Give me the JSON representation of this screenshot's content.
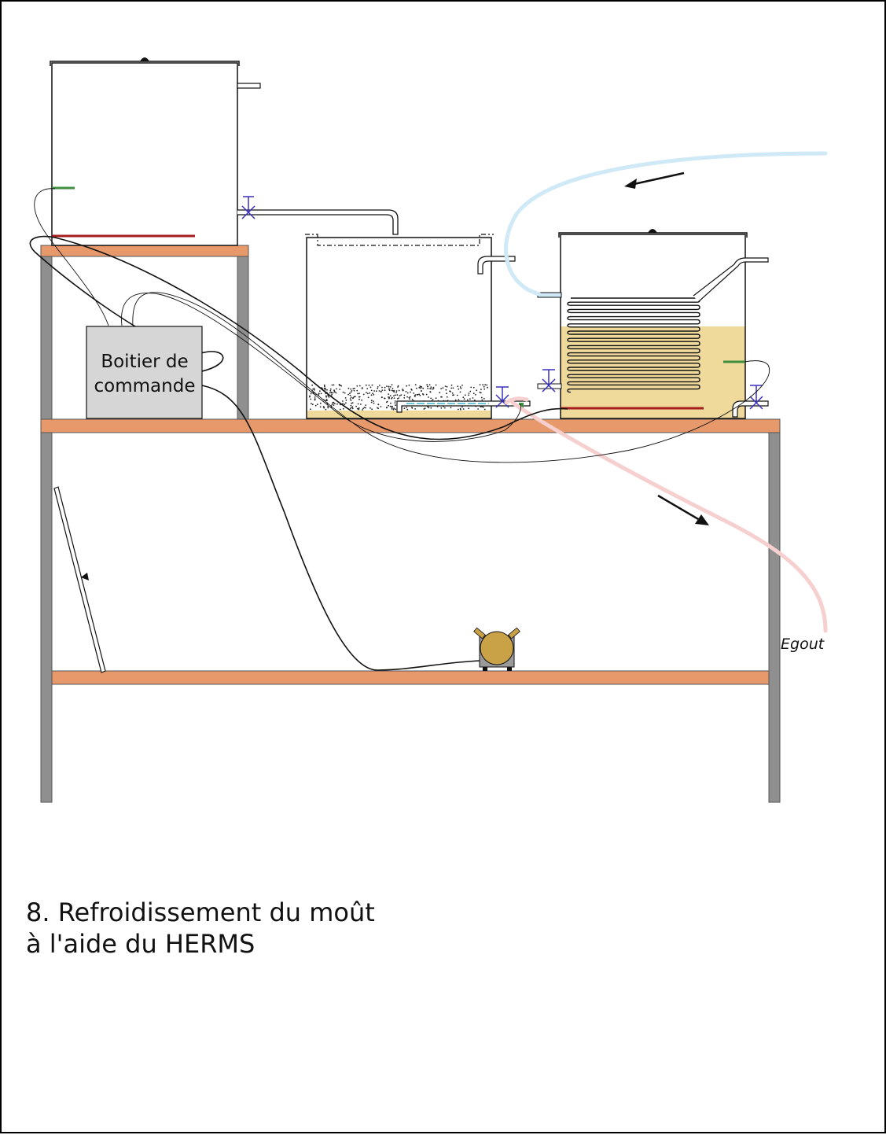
{
  "labels": {
    "control_box_line1": "Boitier de",
    "control_box_line2": "commande",
    "drain": "Egout"
  },
  "caption": {
    "line1": "8. Refroidissement du moût",
    "line2": "à l'aide du HERMS"
  },
  "colors": {
    "shelf": "#e8996b",
    "leg": "#8f8f8f",
    "cold_water_hose": "#cfe9f6",
    "drain_hose": "#f6cfcf",
    "wort": "#efd99b",
    "heating_element": "#a61d1d",
    "valve": "#3a2fbf",
    "sensor": "#3f8f3f",
    "pump": "#c9a248",
    "control_box": "#d6d6d6"
  }
}
